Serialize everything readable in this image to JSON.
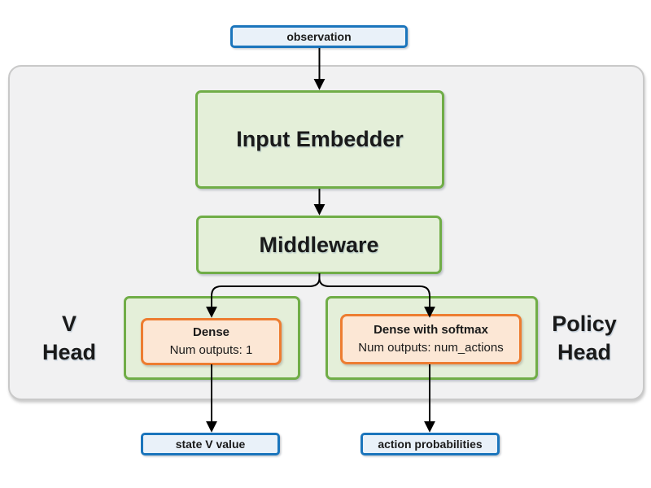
{
  "diagram": {
    "observation": {
      "label": "observation"
    },
    "input_embedder": {
      "label": "Input Embedder"
    },
    "middleware": {
      "label": "Middleware"
    },
    "v_head": {
      "title_line1": "V",
      "title_line2": "Head",
      "dense": {
        "title": "Dense",
        "detail": "Num outputs: 1"
      },
      "output": {
        "label": "state V value"
      }
    },
    "policy_head": {
      "title_line1": "Policy",
      "title_line2": "Head",
      "dense": {
        "title": "Dense with softmax",
        "detail": "Num outputs: num_actions"
      },
      "output": {
        "label": "action probabilities"
      }
    },
    "colors": {
      "blue_border": "#1b75bc",
      "blue_fill": "#e9f1f9",
      "green_border": "#70ad47",
      "green_fill": "#e4efd9",
      "orange_border": "#ed7d31",
      "orange_fill": "#fce7d5",
      "container_fill": "#f1f1f2",
      "container_border": "#c9c9c9",
      "arrow": "#000000",
      "text": "#1a1a1a"
    }
  }
}
